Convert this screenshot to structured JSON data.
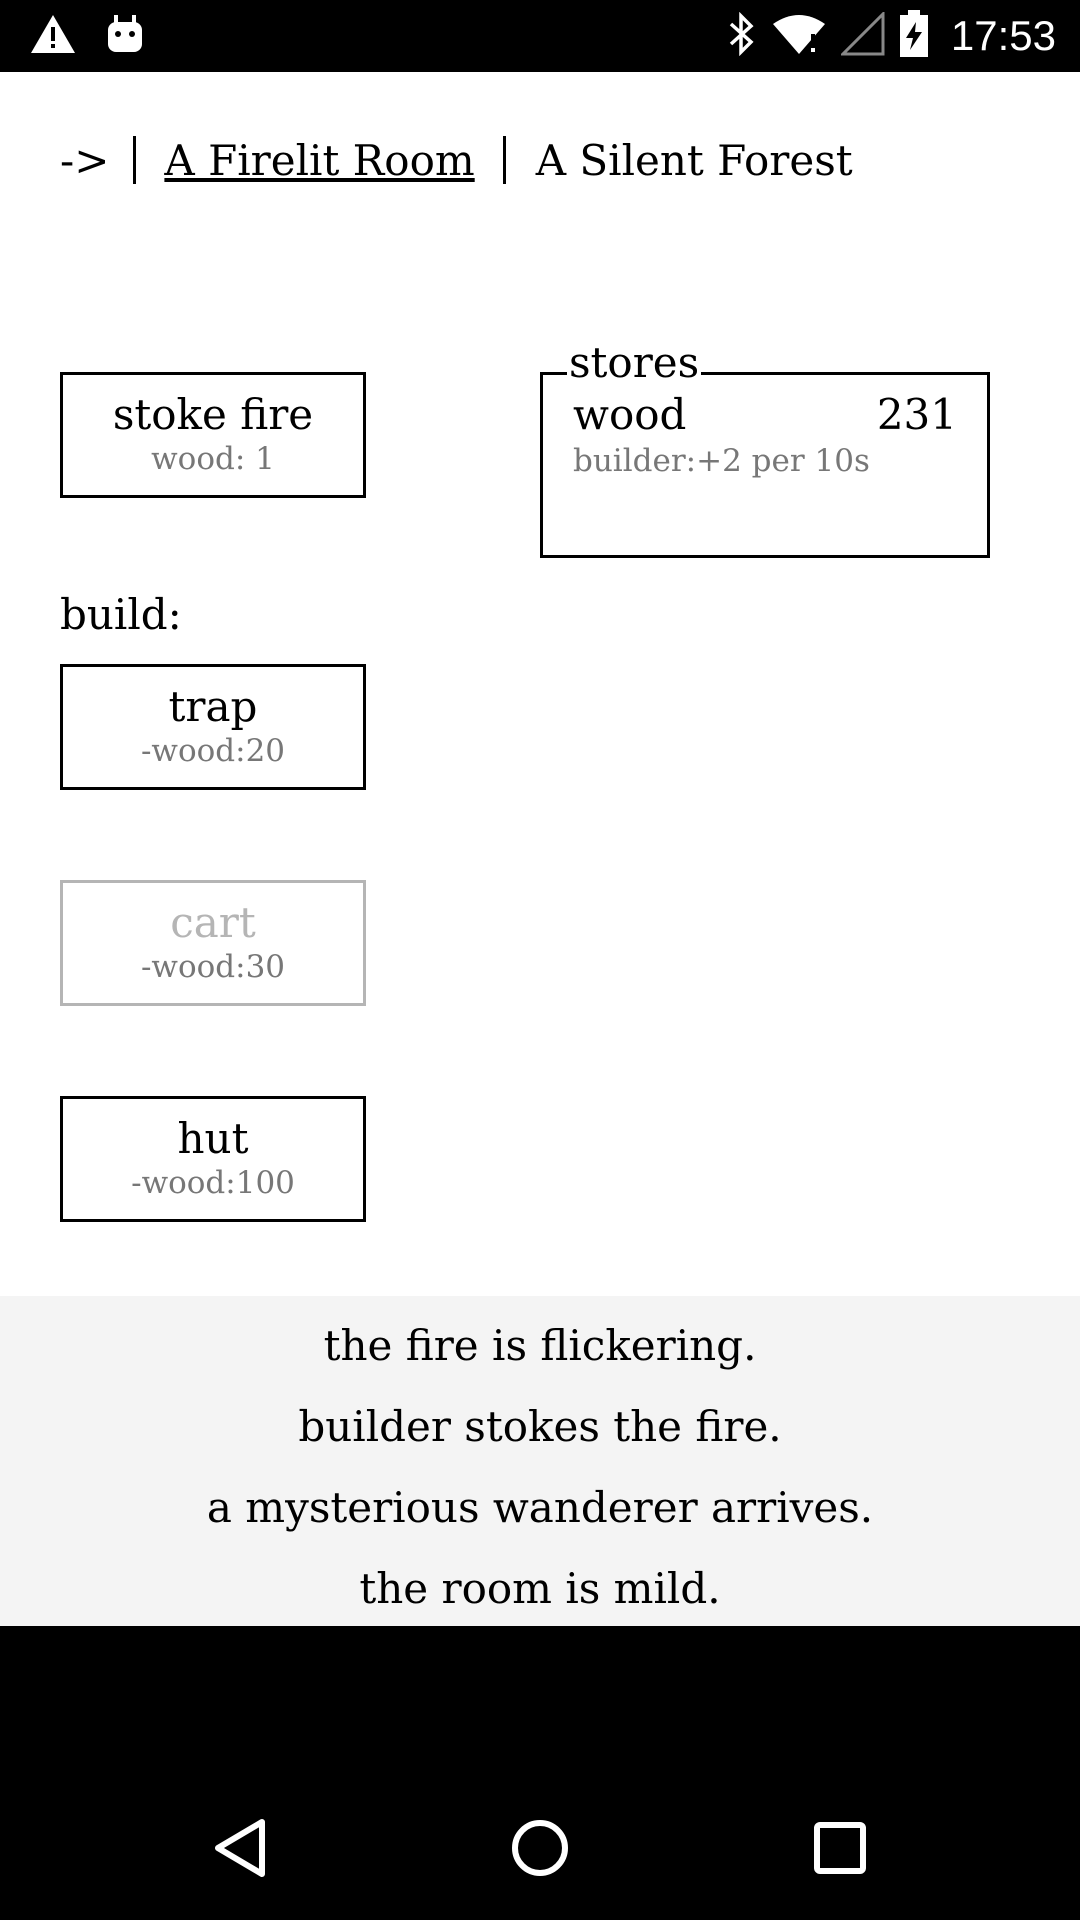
{
  "status_bar": {
    "time": "17:53",
    "icons": [
      "warning-icon",
      "android-debug-icon",
      "bluetooth-icon",
      "wifi-icon",
      "cell-signal-icon",
      "battery-charging-icon"
    ]
  },
  "header": {
    "arrow": "->",
    "tabs": [
      {
        "label": "A Firelit Room",
        "active": true
      },
      {
        "label": "A Silent Forest",
        "active": false
      }
    ]
  },
  "actions": {
    "stoke_fire": {
      "label": "stoke fire",
      "cost": "wood: 1"
    }
  },
  "build": {
    "label": "build:",
    "items": [
      {
        "label": "trap",
        "cost": "-wood:20",
        "enabled": true
      },
      {
        "label": "cart",
        "cost": "-wood:30",
        "enabled": false
      },
      {
        "label": "hut",
        "cost": "-wood:100",
        "enabled": true
      }
    ]
  },
  "stores": {
    "legend": "stores",
    "items": [
      {
        "name": "wood",
        "value": "231",
        "detail": "builder:+2 per 10s"
      }
    ]
  },
  "notifications": [
    "the fire is flickering.",
    "builder stokes the fire.",
    "a mysterious wanderer arrives.",
    "the room is mild."
  ],
  "colors": {
    "disabled": "#b5b5b5",
    "cost_text": "#777777",
    "notification_bg": "#f4f4f4"
  }
}
